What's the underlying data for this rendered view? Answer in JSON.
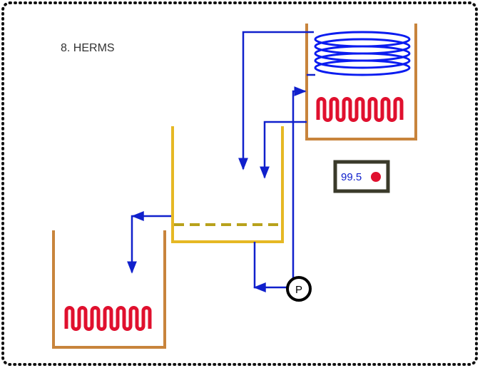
{
  "title": "8. HERMS",
  "temperature_display": {
    "value": "99.5",
    "indicator": "red-status-dot"
  },
  "pump_label": "P",
  "colors": {
    "frame_dots": "#111111",
    "hlt_vessel": "#c8843c",
    "boil_kettle": "#c8843c",
    "mash_tun": "#e6b824",
    "false_bottom": "#b8a21c",
    "piping": "#1020cc",
    "heat_exchange_coil": "#0a1cf0",
    "heating_element": "#e0102e",
    "display_bg": "#ffffff",
    "display_border": "#3a3a2a",
    "display_value": "#1020cc",
    "indicator_dot": "#e0102e"
  }
}
